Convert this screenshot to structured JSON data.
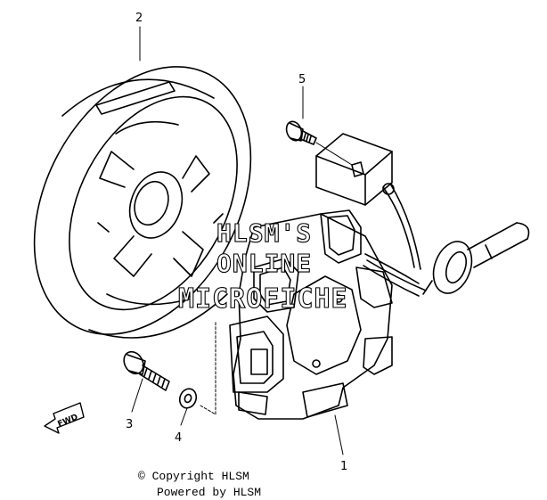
{
  "callouts": {
    "c1": "1",
    "c2": "2",
    "c3": "3",
    "c4": "4",
    "c5": "5"
  },
  "fwd_label": "FWD",
  "watermark": {
    "line1": "HLSM'S",
    "line2": "ONLINE",
    "line3": "MICROFICHE"
  },
  "footer": {
    "copyright": "© Copyright HLSM",
    "powered": "Powered by HLSM"
  },
  "colors": {
    "line": "#000000",
    "background": "#ffffff"
  }
}
